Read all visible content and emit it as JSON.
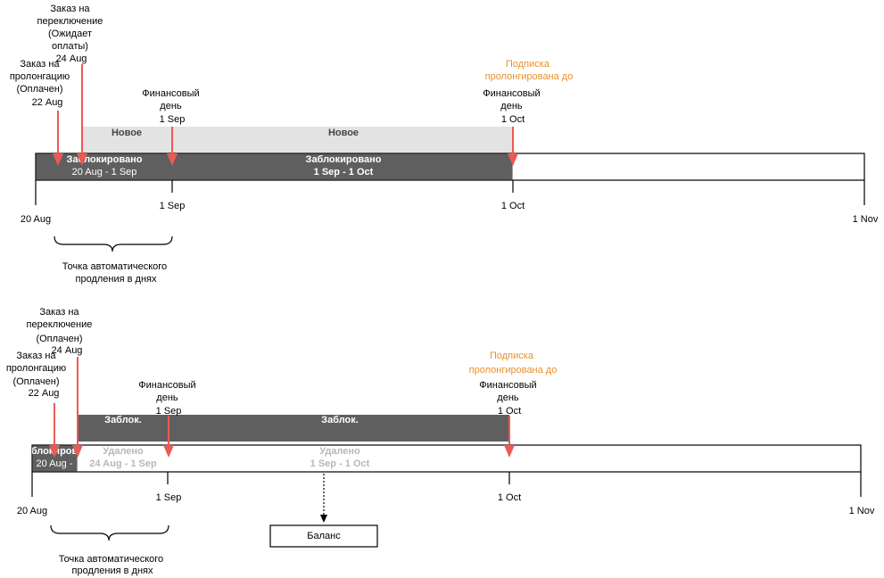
{
  "top": {
    "arrow_order_switch": [
      "Заказ на",
      "переключение",
      "(Ожидает",
      "оплаты)",
      "24 Aug"
    ],
    "arrow_order_renew": [
      "Заказ на",
      "пролонгацию",
      "(Оплачен)",
      "22 Aug"
    ],
    "fin_day_1": [
      "Финансовый",
      "день",
      "1 Sep"
    ],
    "sub_renewed": [
      "Подписка",
      "пролонгирована до"
    ],
    "fin_day_2": [
      "Финансовый",
      "день",
      "1 Oct"
    ],
    "new_label_1": "Новое",
    "new_label_2": "Новое",
    "blocked_1": [
      "Заблокировано",
      "20 Aug - 1 Sep"
    ],
    "blocked_2": [
      "Заблокировано",
      "1 Sep - 1 Oct"
    ],
    "axis_labels": [
      "20 Aug",
      "1 Sep",
      "1 Oct",
      "1 Nov"
    ],
    "bracket_label": [
      "Точка автоматического",
      "продления в днях"
    ]
  },
  "bottom": {
    "arrow_order_switch": [
      "Заказ на",
      "переключение",
      "(Оплачен)",
      "24 Aug"
    ],
    "arrow_order_renew": [
      "Заказ на",
      "пролонгацию",
      "(Оплачен)",
      "22 Aug"
    ],
    "fin_day_1": [
      "Финансовый",
      "день",
      "1 Sep"
    ],
    "sub_renewed": [
      "Подписка",
      "пролонгирована до"
    ],
    "fin_day_2": [
      "Финансовый",
      "день",
      "1 Oct"
    ],
    "block_short_1": "Заблок.",
    "block_short_2": "Заблок.",
    "blocked_small": [
      "блокиров",
      "20 Aug -"
    ],
    "deleted_1": [
      "Удалено",
      "24 Aug - 1 Sep"
    ],
    "deleted_2": [
      "Удалено",
      "1 Sep - 1 Oct"
    ],
    "axis_labels": [
      "20 Aug",
      "1 Sep",
      "1 Oct",
      "1 Nov"
    ],
    "balance": "Баланс",
    "bracket_label": [
      "Точка автоматического",
      "продления в днях"
    ]
  },
  "colors": {
    "arrow": "#ec5a55",
    "accent_text": "#e8902c",
    "blocked_fill": "#5f5f5f",
    "new_fill": "#e3e3e3",
    "deleted_text": "#b8b8b8"
  }
}
